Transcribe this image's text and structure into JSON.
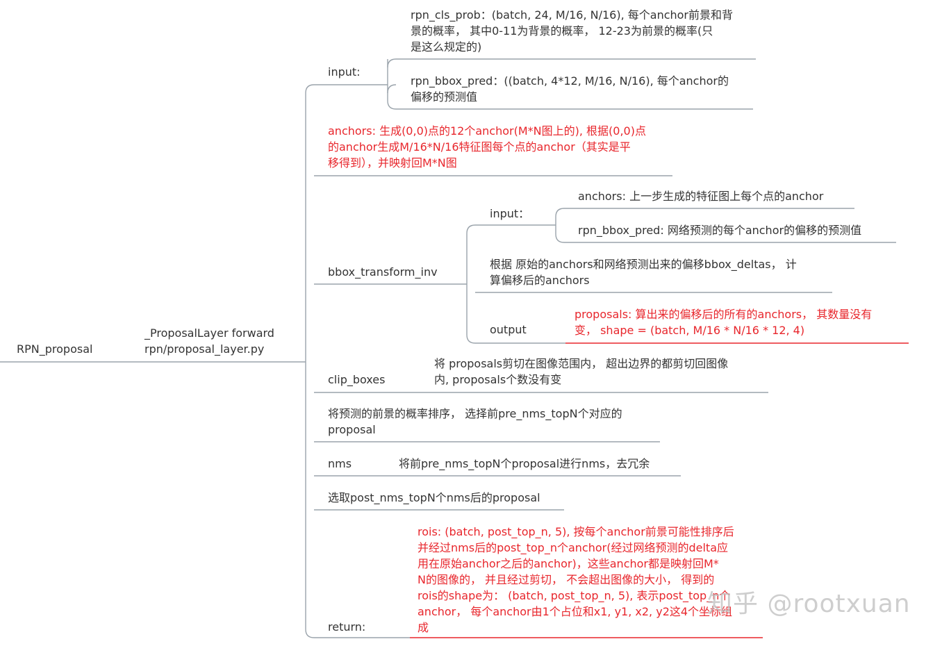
{
  "root": {
    "label": "RPN_proposal"
  },
  "proposal_layer": {
    "line1": "_ProposalLayer forward",
    "line2": "rpn/proposal_layer.py"
  },
  "input": {
    "label": "input:",
    "rpn_cls_prob": "rpn_cls_prob：(batch, 24, M/16, N/16), 每个anchor前景和背\n景的概率， 其中0-11为背景的概率， 12-23为前景的概率(只\n是这么规定的)",
    "rpn_bbox_pred": "rpn_bbox_pred：((batch, 4*12, M/16, N/16), 每个anchor的\n偏移的预测值"
  },
  "anchors": {
    "text": "anchors: 生成(0,0)点的12个anchor(M*N图上的), 根据(0,0)点\n的anchor生成M/16*N/16特征图每个点的anchor（其实是平\n移得到），并映射回M*N图"
  },
  "bbox_transform_inv": {
    "label": "bbox_transform_inv",
    "input_label": "input：",
    "input_anchors": "anchors: 上一步生成的特征图上每个点的anchor",
    "input_pred": "rpn_bbox_pred: 网络预测的每个anchor的偏移的预测值",
    "desc": "根据 原始的anchors和网络预测出来的偏移bbox_deltas， 计\n算偏移后的anchors",
    "output_label": "output",
    "output_text": "proposals: 算出来的偏移后的所有的anchors， 其数量没有\n变， shape = (batch, M/16 * N/16 * 12, 4)"
  },
  "clip_boxes": {
    "label": "clip_boxes",
    "desc": "将 proposals剪切在图像范围内， 超出边界的都剪切回图像\n内, proposals个数没有变"
  },
  "sort": {
    "text": "将预测的前景的概率排序， 选择前pre_nms_topN个对应的\nproposal"
  },
  "nms": {
    "label": "nms",
    "desc": "将前pre_nms_topN个proposal进行nms，去冗余"
  },
  "select": {
    "text": "选取post_nms_topN个nms后的proposal"
  },
  "return": {
    "label": "return:",
    "text": "rois: (batch, post_top_n, 5), 按每个anchor前景可能性排序后\n并经过nms后的post_top_n个anchor(经过网络预测的delta应\n用在原始anchor之后的anchor)，这些anchor都是映射回M*\nN的图像的， 并且经过剪切， 不会超出图像的大小， 得到的\nrois的shape为： (batch, post_top_n, 5), 表示post_top_n个\nanchor， 每个anchor由1个占位和x1, y1, x2, y2这4个坐标组\n成"
  },
  "watermark": "知乎 @rootxuan",
  "colors": {
    "line": "#9aa3ab",
    "text": "#333333",
    "highlight": "#e8262c"
  }
}
